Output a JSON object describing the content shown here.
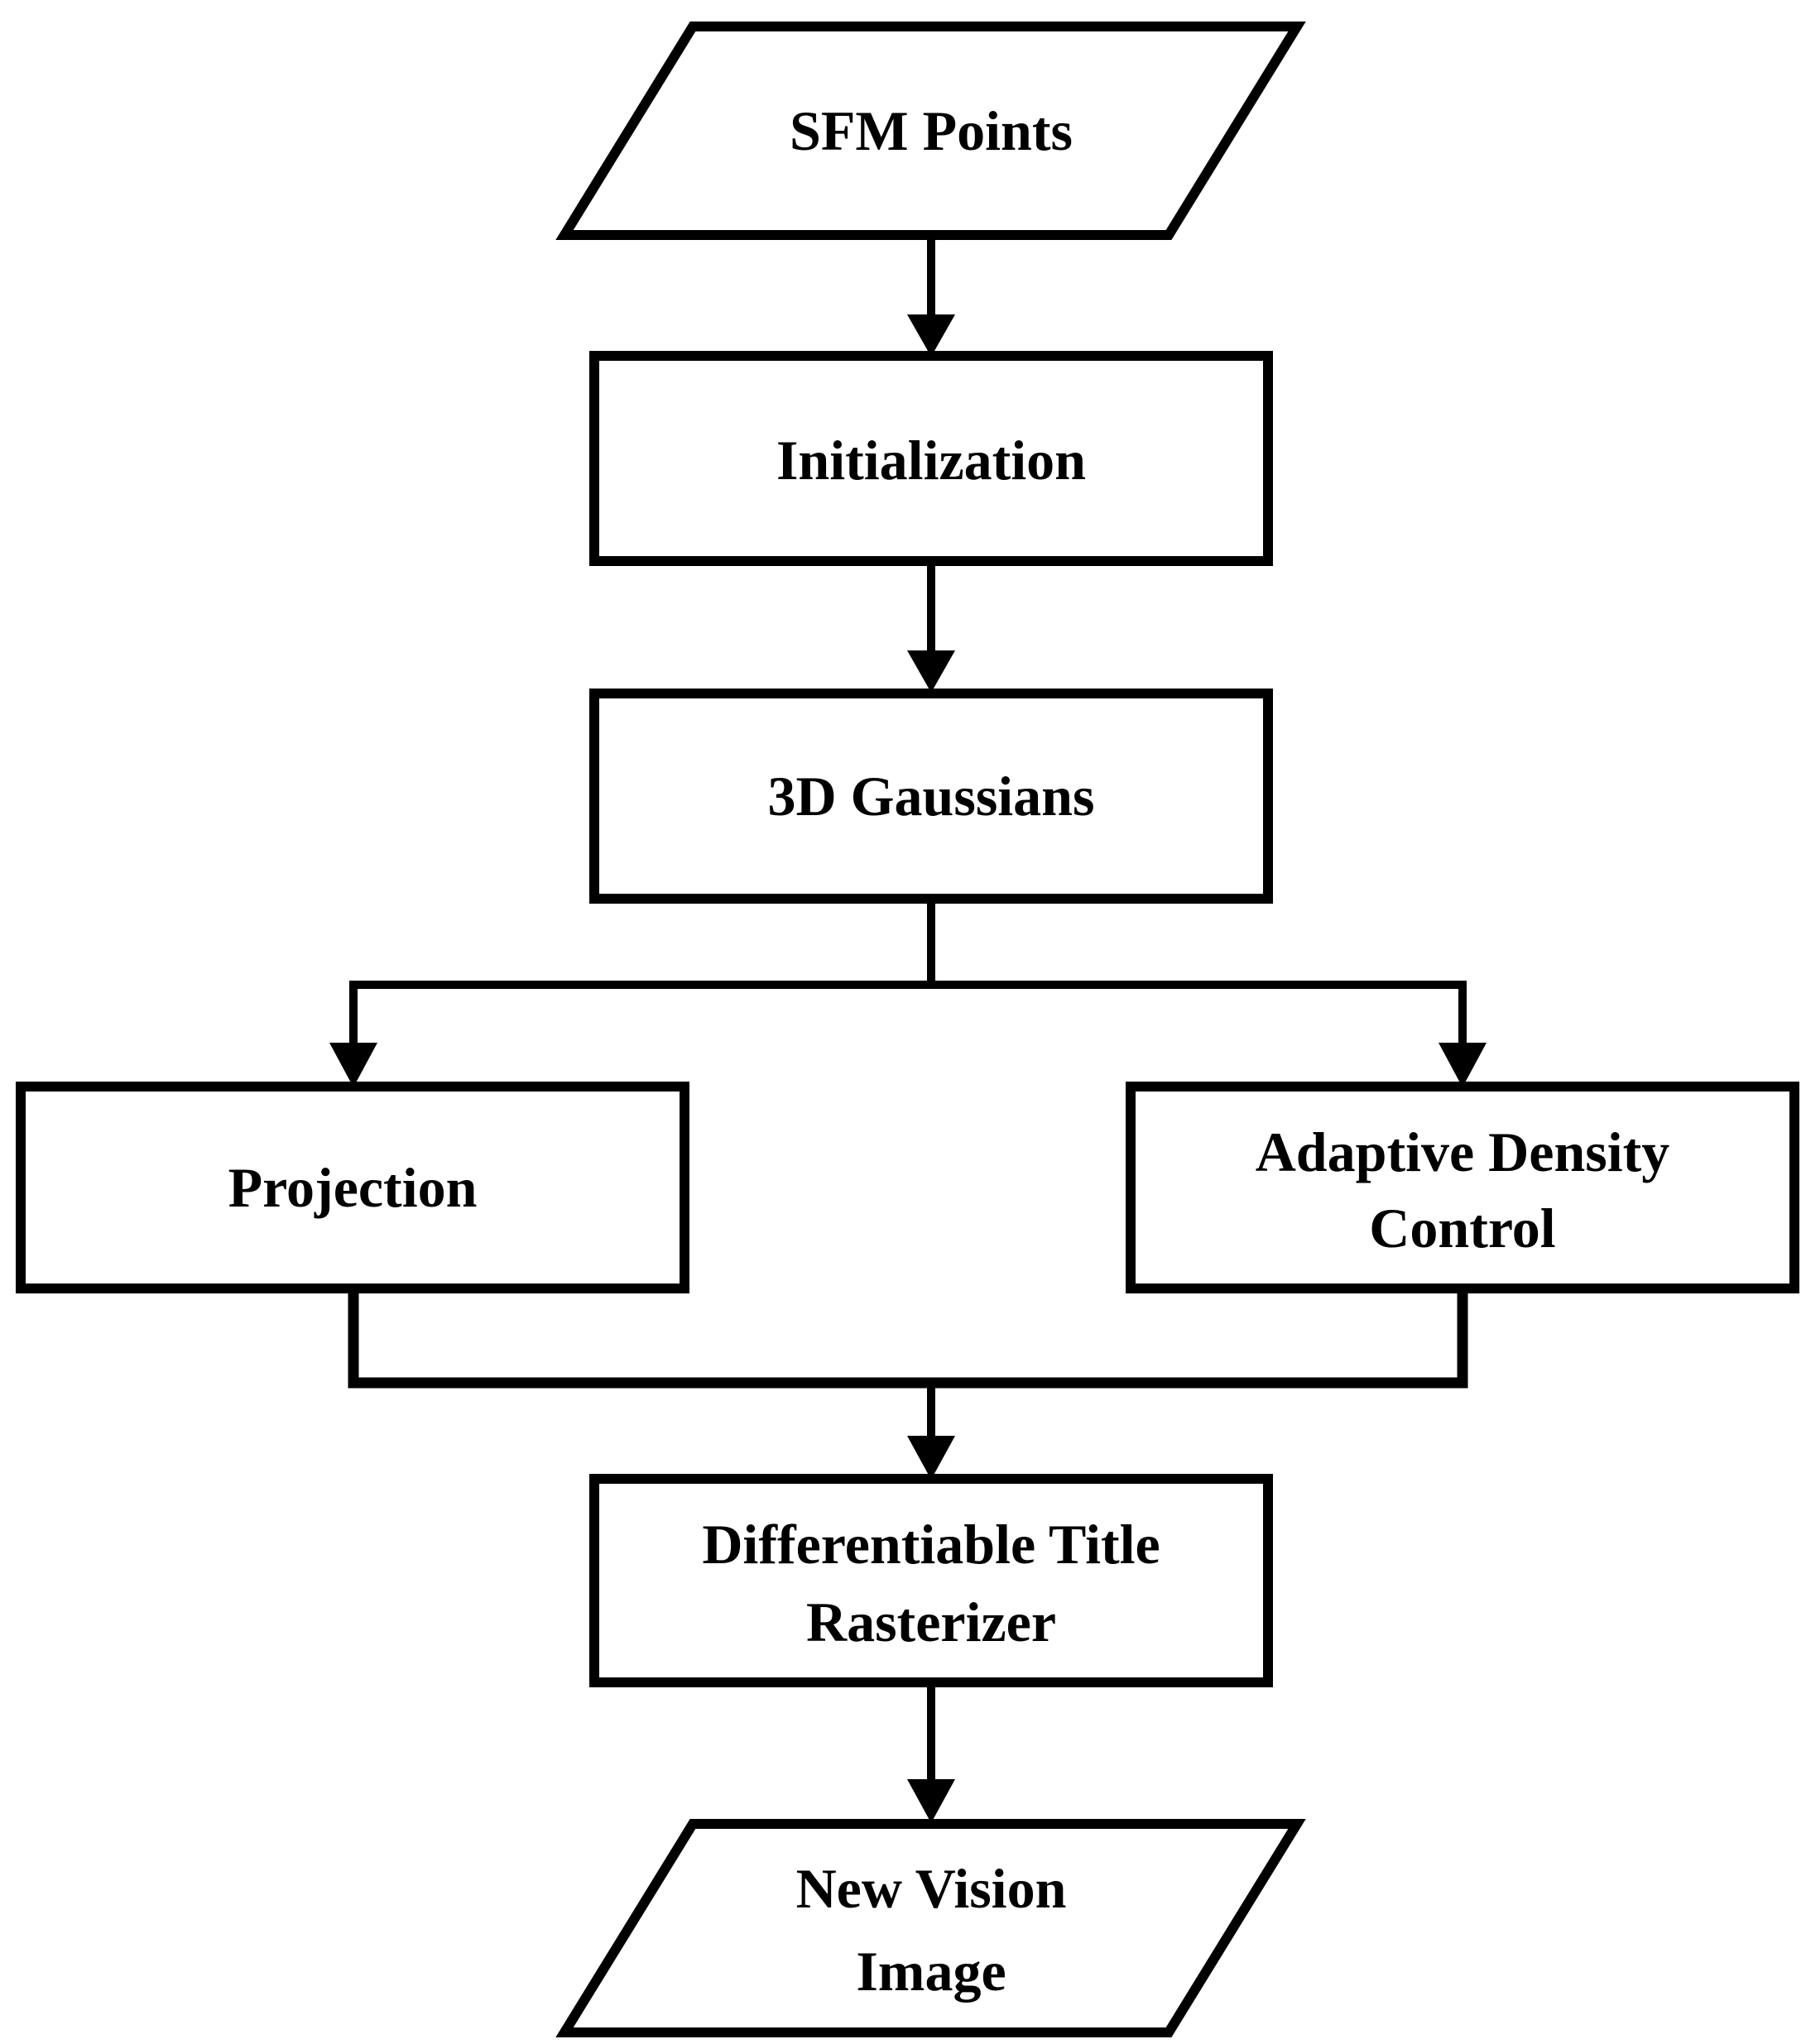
{
  "flowchart": {
    "background_color": "#ffffff",
    "shape_fill_color": "#ffffff",
    "line_color": "#000000",
    "text_color": "#000000",
    "nodes": [
      {
        "id": "sfm-points",
        "shape": "parallelogram",
        "label": "SFM Points",
        "line1": "SFM Points"
      },
      {
        "id": "initialization",
        "shape": "rectangle",
        "label": "Initialization",
        "line1": "Initialization"
      },
      {
        "id": "3d-gaussians",
        "shape": "rectangle",
        "label": "3D Gaussians",
        "line1": "3D Gaussians"
      },
      {
        "id": "projection",
        "shape": "rectangle",
        "label": "Projection",
        "line1": "Projection"
      },
      {
        "id": "adaptive-density-control",
        "shape": "rectangle",
        "label": "Adaptive Density Control",
        "line1": "Adaptive Density",
        "line2": "Control"
      },
      {
        "id": "differentiable-title-rasterizer",
        "shape": "rectangle",
        "label": "Differentiable Title Rasterizer",
        "line1": "Differentiable Title",
        "line2": "Rasterizer"
      },
      {
        "id": "new-vision-image",
        "shape": "parallelogram",
        "label": "New Vision Image",
        "line1": "New Vision",
        "line2": "Image"
      }
    ],
    "edges": [
      {
        "from": "sfm-points",
        "to": "initialization",
        "arrow": true
      },
      {
        "from": "initialization",
        "to": "3d-gaussians",
        "arrow": true
      },
      {
        "from": "3d-gaussians",
        "to": "projection",
        "arrow": true
      },
      {
        "from": "3d-gaussians",
        "to": "adaptive-density-control",
        "arrow": true
      },
      {
        "from": "projection",
        "to": "differentiable-title-rasterizer",
        "arrow": true
      },
      {
        "from": "adaptive-density-control",
        "to": "differentiable-title-rasterizer",
        "arrow": true
      },
      {
        "from": "differentiable-title-rasterizer",
        "to": "new-vision-image",
        "arrow": true
      }
    ]
  }
}
